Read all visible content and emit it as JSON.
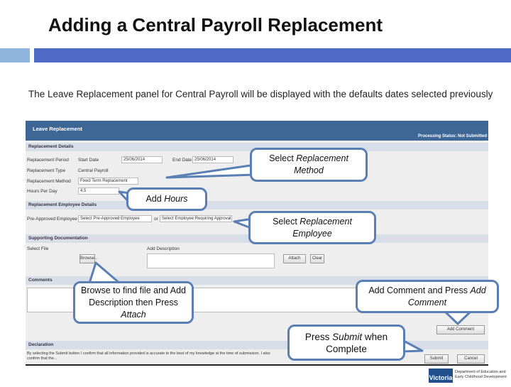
{
  "title": "Adding a Central Payroll Replacement",
  "intro": "The Leave Replacement panel for Central Payroll will be displayed with the defaults dates selected previously",
  "screen": {
    "header": "Leave Replacement",
    "status": "Processing Status: Not Submitted",
    "sections": {
      "details": "Replacement Details",
      "employee": "Replacement Employee Details",
      "docs": "Supporting Documentation",
      "comments": "Comments",
      "declaration": "Declaration"
    },
    "fields": {
      "period_label": "Replacement Period",
      "start_label": "Start Date",
      "start_value": "25/06/2014",
      "end_label": "End Date",
      "end_value": "25/06/2014",
      "type_label": "Replacement Type",
      "type_value": "Central Payroll",
      "method_label": "Replacement Method",
      "method_value": "Fixed Term Replacement",
      "hours_label": "Hours Per Day",
      "hours_value": "4.5",
      "preapproved_label": "Pre-Approved Employee",
      "preapproved_value": "Select Pre-Approved Employee",
      "or": "or",
      "approval_value": "Select Employee Requiring Approval",
      "file_label": "Select File",
      "desc_label": "Add Description"
    },
    "buttons": {
      "browse": "Browse...",
      "attach": "Attach",
      "clear": "Clear",
      "add_comment": "Add Comment",
      "submit": "Submit",
      "cancel": "Cancel"
    },
    "declaration_text": "By selecting the Submit button I confirm that all information provided is accurate to the best of my knowledge at the time of submission. I also confirm that the..."
  },
  "callouts": {
    "method": [
      "Select ",
      "Replacement Method"
    ],
    "hours": [
      "Add ",
      "Hours"
    ],
    "employee": [
      "Select ",
      "Replacement Employee"
    ],
    "browse": [
      "Browse to find file and Add Description then Press ",
      "Attach"
    ],
    "comment": [
      "Add Comment and Press ",
      "Add Comment"
    ],
    "submit": [
      "Press ",
      "Submit",
      " when Complete"
    ]
  },
  "logo": {
    "name": "Victoria",
    "dept": "Department of Education and Early Childhood Development"
  },
  "colors": {
    "accent": "#4f6bc6",
    "panel_header": "#3f6795",
    "callout_border": "#5a7fb4"
  }
}
